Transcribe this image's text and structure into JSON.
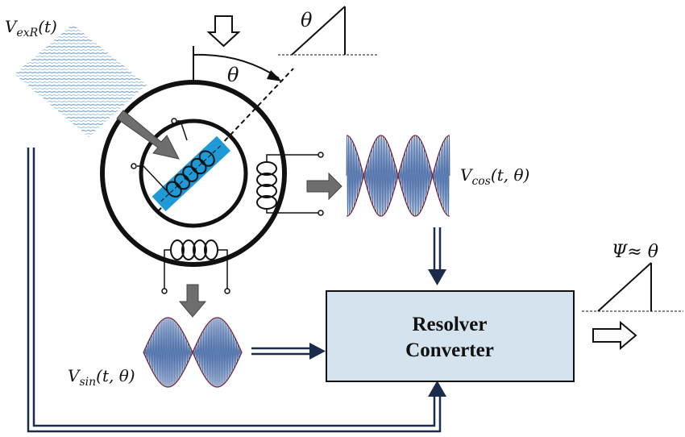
{
  "diagram": {
    "excitation_label": {
      "base": "V",
      "sub": "exR",
      "tail": "(t)"
    },
    "cos_label": {
      "base": "V",
      "sub": "cos",
      "tail": "(t, θ)"
    },
    "sin_label": {
      "base": "V",
      "sub": "sin",
      "tail": "(t, θ)"
    },
    "theta_top": "θ",
    "theta_angle": "θ",
    "output_label": "Ψ≈ θ",
    "converter": {
      "line1": "Resolver",
      "line2": "Converter"
    },
    "colors": {
      "stroke": "#111111",
      "rotor_blue": "#1f9ad6",
      "converter_fill": "#d5e3ef",
      "arrow_gray": "#6e6e6e",
      "dbl_line": "#1b2b4b",
      "carrier": "#4b6ea8",
      "envelope": "#7a2c3c"
    }
  }
}
